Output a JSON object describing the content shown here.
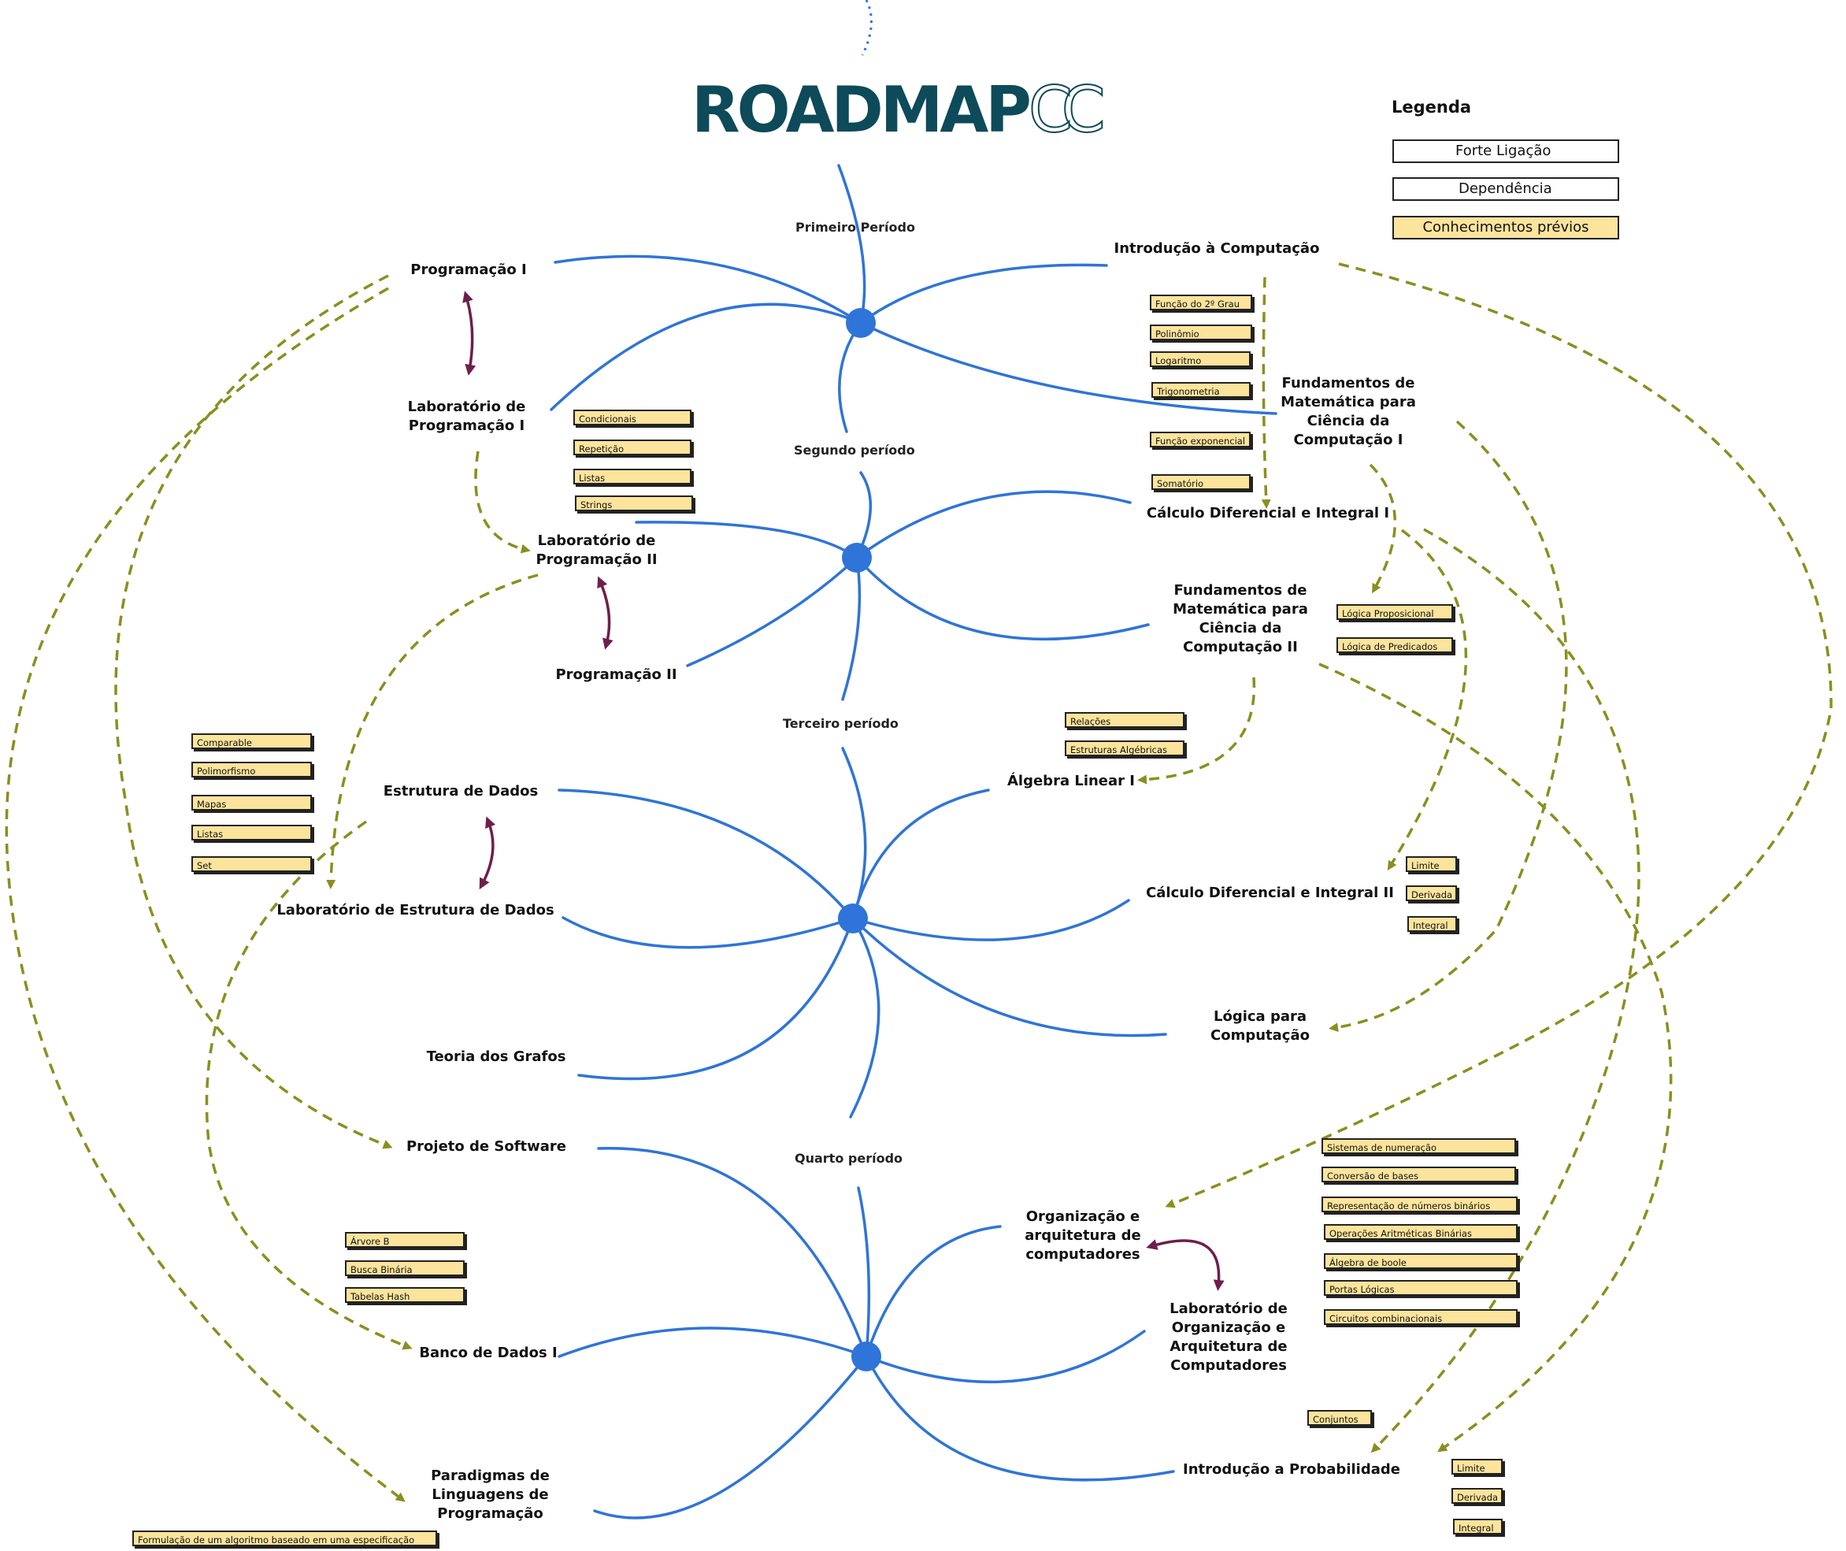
{
  "logo": {
    "main": "ROADMAP",
    "accent": "CC"
  },
  "legend": {
    "title": "Legenda",
    "strong": "Forte Ligação",
    "dependency": "Dependência",
    "prior": "Conhecimentos prévios"
  },
  "colors": {
    "spoke": "#2f74d8",
    "hub": "#2f74d8",
    "dependency": "#8a8f1e",
    "strong_link": "#6e1f4c",
    "note_fill": "#fde49c",
    "logo": "#0d4a5a"
  },
  "periods": {
    "p1": "Primeiro Período",
    "p2": "Segundo período",
    "p3": "Terceiro período",
    "p4": "Quarto período"
  },
  "courses": {
    "prog1": "Programação I",
    "labprog1": "Laboratório de\nProgramação I",
    "intro_comp": "Introdução à Computação",
    "fmcc1": "Fundamentos de\nMatemática para\nCiência da\nComputação I",
    "labprog2": "Laboratório de\nProgramação II",
    "prog2": "Programação II",
    "calc1": "Cálculo Diferencial e Integral I",
    "fmcc2": "Fundamentos de\nMatemática para\nCiência da\nComputação II",
    "eda": "Estrutura de Dados",
    "leda": "Laboratório de Estrutura de Dados",
    "grafos": "Teoria dos Grafos",
    "algebra": "Álgebra Linear I",
    "calc2": "Cálculo Diferencial e Integral II",
    "logica": "Lógica para\nComputação",
    "projeto": "Projeto de Software",
    "bd1": "Banco de Dados I",
    "plp": "Paradigmas de\nLinguagens de\nProgramação",
    "oac": "Organização e\narquitetura de\ncomputadores",
    "loac": "Laboratório de\nOrganização e\nArquitetura de\nComputadores",
    "prob": "Introdução a Probabilidade"
  },
  "notes": {
    "prog_basics": [
      "Condicionais",
      "Repetição",
      "Listas",
      "Strings"
    ],
    "intro_math": [
      "Função do 2º Grau",
      "Polinômio",
      "Logaritmo",
      "Trigonometria",
      "Função exponencial",
      "Somatório"
    ],
    "logic": [
      "Lógica Proposicional",
      "Lógica de Predicados"
    ],
    "algebra": [
      "Relações",
      "Estruturas Algébricas"
    ],
    "oop": [
      "Comparable",
      "Polimorfismo",
      "Mapas",
      "Listas",
      "Set"
    ],
    "calc2": [
      "Limite",
      "Derivada",
      "Integral"
    ],
    "digital": [
      "Sistemas de numeração",
      "Conversão de bases",
      "Representação de números binários",
      "Operações Aritméticas Binárias",
      "Álgebra de boole",
      "Portas Lógicas",
      "Circuitos combinacionais"
    ],
    "bd": [
      "Árvore B",
      "Busca Binária",
      "Tabelas Hash"
    ],
    "prob_sets": [
      "Conjuntos"
    ],
    "prob_calc": [
      "Limite",
      "Derivada",
      "Integral"
    ],
    "plp": [
      "Formulação de um algoritmo baseado em uma especificação"
    ]
  }
}
